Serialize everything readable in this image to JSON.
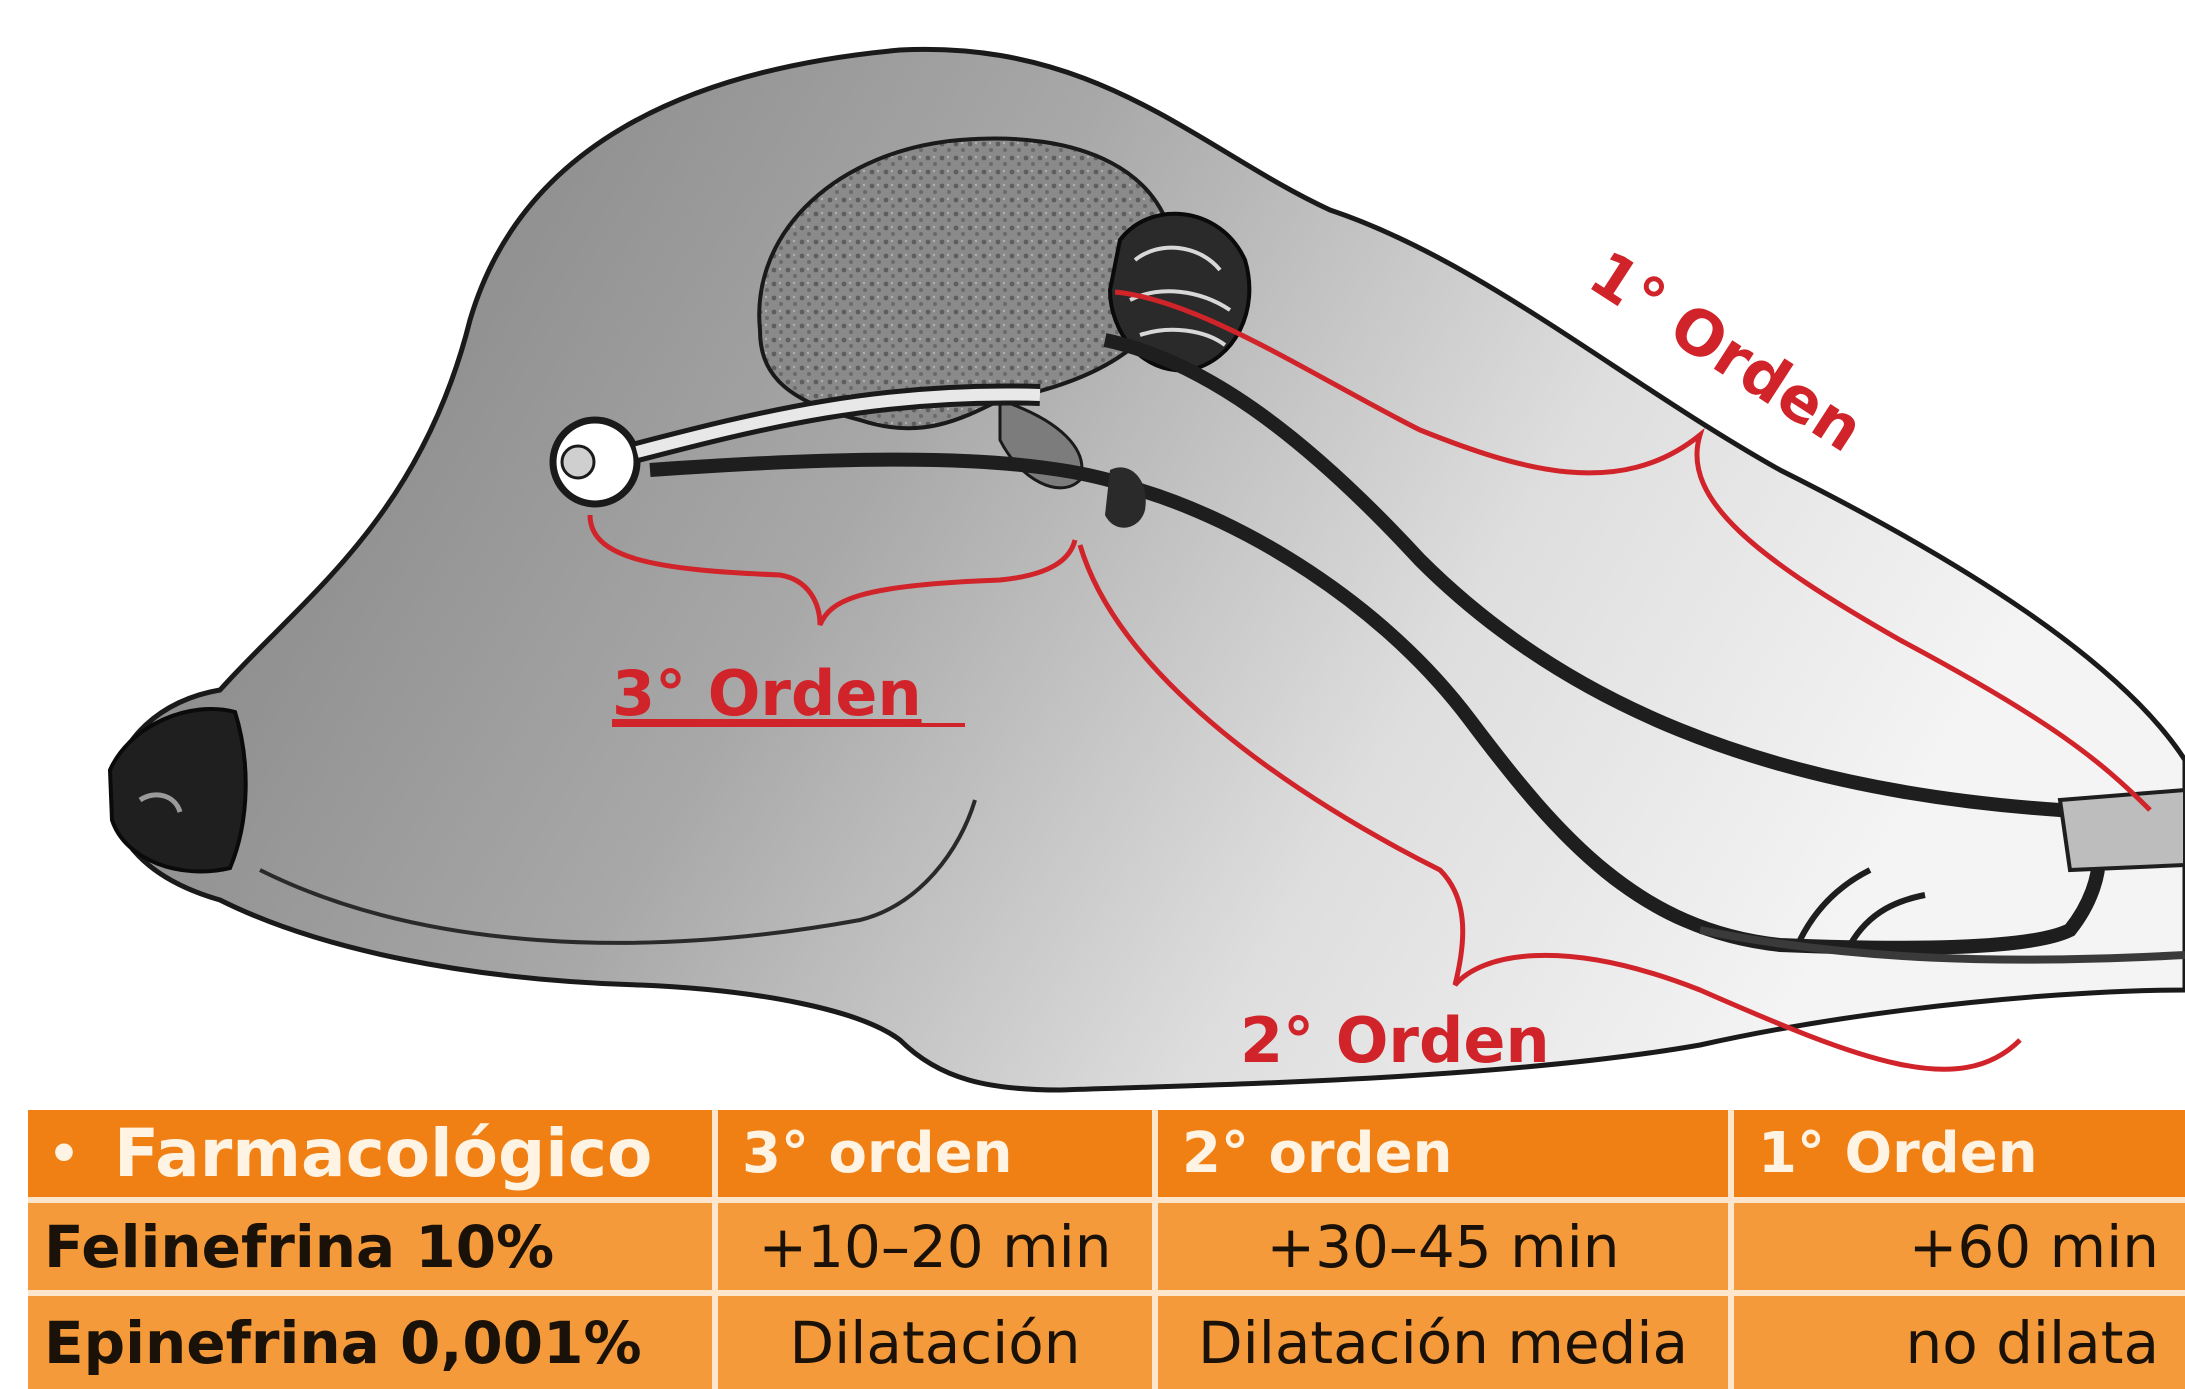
{
  "diagram": {
    "labels": {
      "first_order": "1° Orden",
      "second_order": "2° Orden",
      "third_order": "3° Orden"
    },
    "colors": {
      "annotation": "#d0242a",
      "head": "#8c8c8c",
      "nerve": "#1e1e1e"
    }
  },
  "table": {
    "header": {
      "bullet": "•",
      "title": "Farmacológico",
      "col1": "3° orden",
      "col2": "2° orden",
      "col3": "1° Orden"
    },
    "rows": [
      {
        "label": "Felinefrina 10%",
        "third": "+10–20 min",
        "second": "+30–45 min",
        "first": "+60 min"
      },
      {
        "label": "Epinefrina 0,001%",
        "third": "Dilatación",
        "second": "Dilatación media",
        "first": "no dilata"
      }
    ],
    "colors": {
      "header_bg": "#f07f14",
      "body_bg": "#f49a3a",
      "grid": "#fde6cc"
    }
  }
}
